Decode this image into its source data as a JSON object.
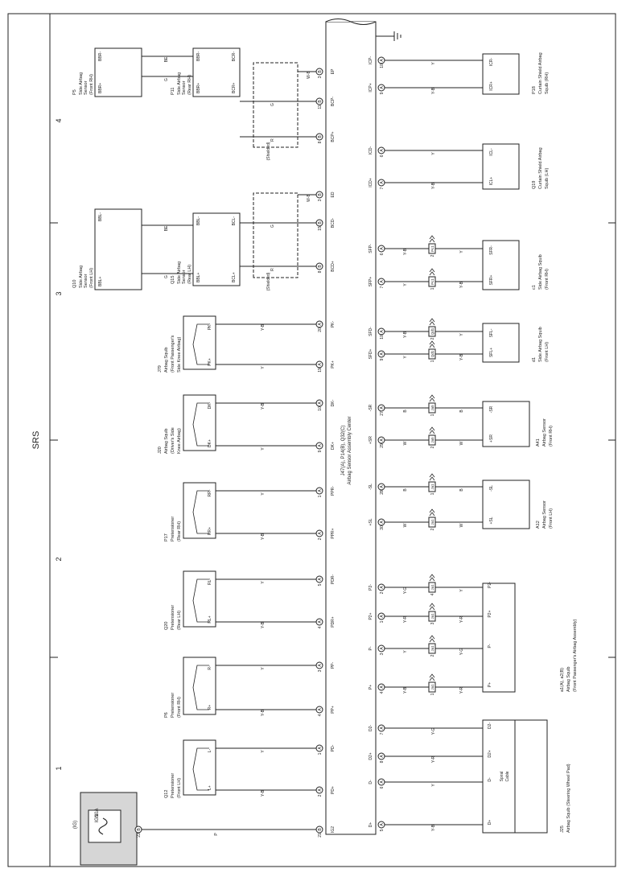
{
  "system": "SRS",
  "section_numbers": [
    "1",
    "2",
    "3",
    "4"
  ],
  "center": {
    "name": "J47(A), P14(B), Q32(C)",
    "subtitle": "Airbag Sensor Assembly Center",
    "bottom_pins": [
      {
        "id": "IG2",
        "pin": "21"
      },
      {
        "id": "PD+",
        "pin": "2"
      },
      {
        "id": "PD-",
        "pin": "1"
      },
      {
        "id": "PP+",
        "pin": "4"
      },
      {
        "id": "PP-",
        "pin": "3"
      },
      {
        "id": "PDR+",
        "pin": "4"
      },
      {
        "id": "PDR-",
        "pin": "5"
      },
      {
        "id": "PPR+",
        "pin": "2"
      },
      {
        "id": "PPR-",
        "pin": "1"
      },
      {
        "id": "DK+",
        "pin": "9"
      },
      {
        "id": "DK-",
        "pin": "10"
      },
      {
        "id": "PK+",
        "pin": "19"
      },
      {
        "id": "PK-",
        "pin": "20"
      },
      {
        "id": "BCD+",
        "pin": "8"
      },
      {
        "id": "BCD-",
        "pin": "15"
      },
      {
        "id": "ED",
        "pin": "3"
      },
      {
        "id": "BCP+",
        "pin": "8"
      },
      {
        "id": "BCP-",
        "pin": "11"
      },
      {
        "id": "EP",
        "pin": "3"
      }
    ],
    "top_pins": [
      {
        "id": "D+",
        "pin": "5"
      },
      {
        "id": "D-",
        "pin": "6"
      },
      {
        "id": "D2+",
        "pin": "8"
      },
      {
        "id": "D2-",
        "pin": "7"
      },
      {
        "id": "P+",
        "pin": "4"
      },
      {
        "id": "P-",
        "pin": "3"
      },
      {
        "id": "P2+",
        "pin": "1"
      },
      {
        "id": "P2-",
        "pin": "2"
      },
      {
        "id": "+SL",
        "pin": "30"
      },
      {
        "id": "-SL",
        "pin": "28"
      },
      {
        "id": "+SR",
        "pin": "29"
      },
      {
        "id": "-SR",
        "pin": "27"
      },
      {
        "id": "SFD+",
        "pin": "9"
      },
      {
        "id": "SFD-",
        "pin": "10"
      },
      {
        "id": "SFP+",
        "pin": "7"
      },
      {
        "id": "SFP-",
        "pin": "6"
      },
      {
        "id": "ICD+",
        "pin": "7"
      },
      {
        "id": "ICD-",
        "pin": "6"
      },
      {
        "id": "ICP+",
        "pin": "9"
      },
      {
        "id": "ICP-",
        "pin": "10"
      }
    ]
  },
  "fuse": {
    "label": "(IG)",
    "name": "10A",
    "sub": "IGN",
    "pin": "23",
    "wire": "P"
  },
  "pretensioners": [
    {
      "code": "Q12",
      "name": "Pretensioner",
      "loc": "(Front LH)",
      "plus": "L+",
      "minus": "L-"
    },
    {
      "code": "P6",
      "name": "Pretensioner",
      "loc": "(Front RH)",
      "plus": "R+",
      "minus": "R-"
    },
    {
      "code": "Q20",
      "name": "Pretensioner",
      "loc": "(Rear LH)",
      "plus": "RL+",
      "minus": "RL-"
    },
    {
      "code": "P17",
      "name": "Pretensioner",
      "loc": "(Rear RH)",
      "plus": "RR+",
      "minus": "RR-"
    }
  ],
  "knee_squibs": [
    {
      "code": "J20",
      "name": "Airbag Squib",
      "loc": "(Driver's Side",
      "loc2": "Knee Airbag)",
      "plus": "DK+",
      "minus": "DK-"
    },
    {
      "code": "J79",
      "name": "Airbag Squib",
      "loc": "(Front Passenger's",
      "loc2": "Side Knee Airbag)",
      "plus": "PK+",
      "minus": "PK-"
    }
  ],
  "side_sensors": [
    {
      "code": "Q10",
      "name": "Side Airbag",
      "name2": "Sensor",
      "loc": "(Front LH)",
      "plus": "BBL+",
      "minus": "BBL-"
    },
    {
      "code": "Q15",
      "name": "Side Airbag",
      "name2": "Sensor",
      "loc": "(Rear LH)",
      "plus": "BBL+",
      "minus": "BBL-",
      "plus2": "BCL+",
      "minus2": "BCL-"
    },
    {
      "code": "P5",
      "name": "Side Airbag",
      "name2": "Sensor",
      "loc": "(Front RH)",
      "plus": "BBR+",
      "minus": "BBR-"
    },
    {
      "code": "P11",
      "name": "Side Airbag",
      "name2": "Sensor",
      "loc": "(Rear RH)",
      "plus": "BBR+",
      "minus": "BBR-",
      "plus2": "BCR+",
      "minus2": "BCR-"
    }
  ],
  "shielded": "(Shielded)",
  "steering": {
    "code": "J25",
    "name": "Airbag Squib (Steering Wheel Pad)",
    "spiral": "Spiral",
    "cable": "Cable",
    "pins": [
      "D+",
      "D-",
      "D2+",
      "D2-"
    ]
  },
  "passenger": {
    "code": "a1(A), a2(B)",
    "name": "Airbag Squib",
    "loc": "(Front Passenger's Airbag Assembly)",
    "pins": [
      "P+",
      "P-",
      "P2+",
      "P2-"
    ]
  },
  "airbag_sensors": [
    {
      "code": "A12",
      "name": "Airbag Sensor",
      "loc": "(Front LH)",
      "plus": "+SL",
      "minus": "-SL"
    },
    {
      "code": "A41",
      "name": "Airbag Sensor",
      "loc": "(Front RH)",
      "plus": "+SR",
      "minus": "-SR"
    }
  ],
  "side_squibs": [
    {
      "code": "d1",
      "name": "Side Airbag Squib",
      "loc": "(Front LH)",
      "plus": "SFL+",
      "minus": "SFL-"
    },
    {
      "code": "c1",
      "name": "Side Airbag Squib",
      "loc": "(Front RH)",
      "plus": "SFR+",
      "minus": "SFR-"
    }
  ],
  "curtain_squibs": [
    {
      "code": "Q19",
      "name": "Curtain Shield Airbag",
      "name2": "Squib (LH)",
      "plus": "ICL+",
      "minus": "ICL-"
    },
    {
      "code": "P18",
      "name": "Curtain Shield Airbag",
      "name2": "Squib (RH)",
      "plus": "ICR+",
      "minus": "ICR-"
    }
  ],
  "wire_colors": {
    "yb": "Y-B",
    "y": "Y",
    "yr": "Y-R",
    "yg": "Y-G",
    "w": "W",
    "b": "B",
    "g": "G",
    "r": "R",
    "be": "BE",
    "wb": "W-B"
  },
  "connector_tags": {
    "ja1": "Ja1",
    "ja5": "Ja5",
    "qd1": "Qd1",
    "pc1": "Pc1"
  },
  "colors": {
    "line": "#222222",
    "fuse_bg": "#d6d6d6",
    "paper": "#ffffff"
  }
}
